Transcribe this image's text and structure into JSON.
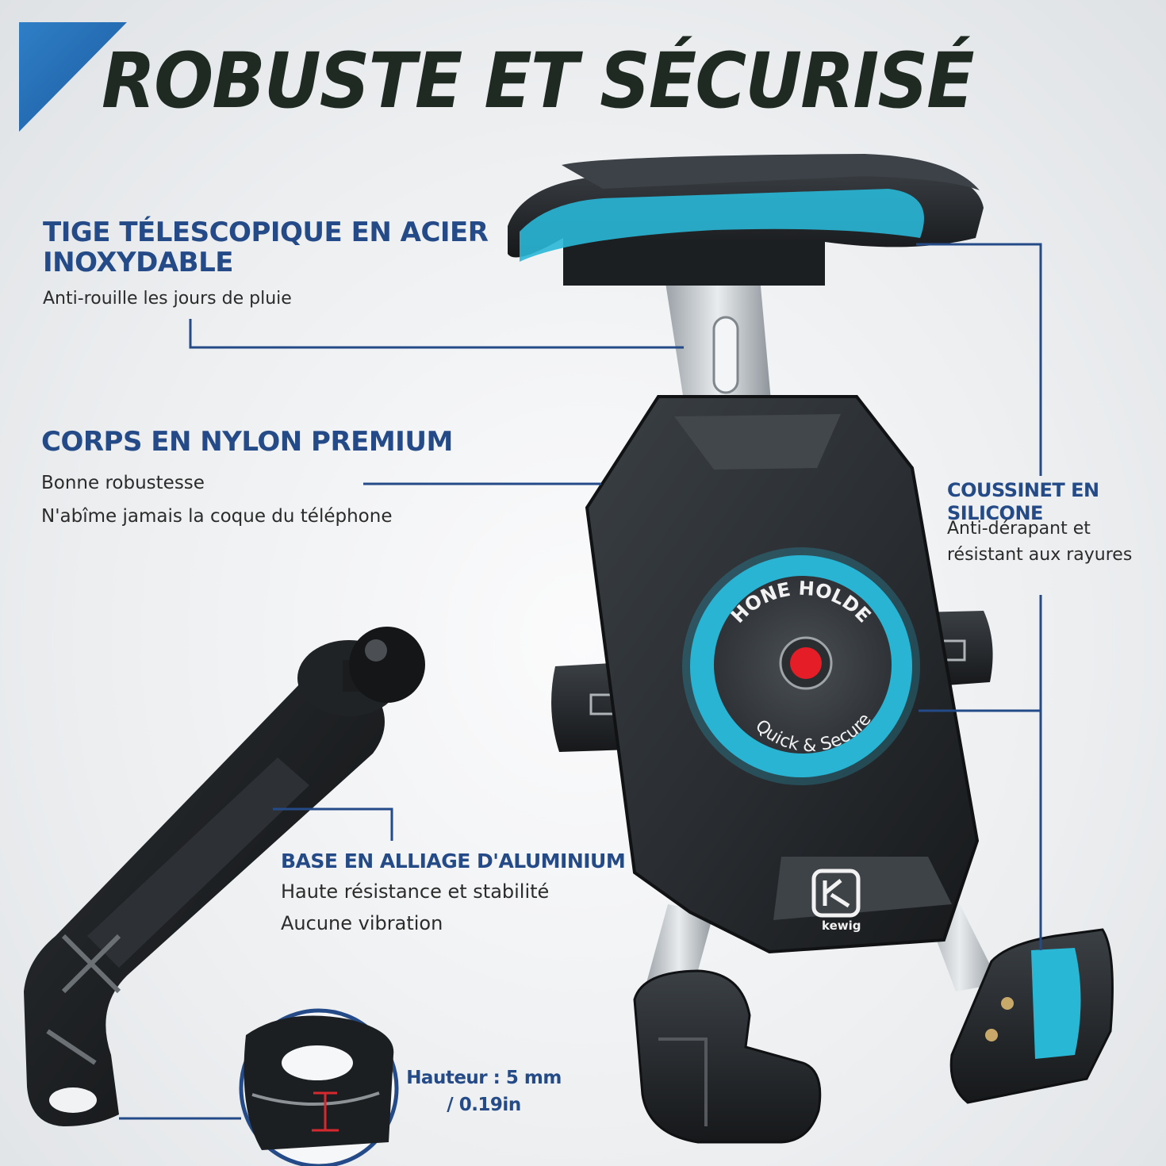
{
  "title": "ROBUSTE ET SÉCURISÉ",
  "colors": {
    "heading_blue": "#244b87",
    "accent_cyan": "#29b7d6",
    "title_dark": "#1e2a22",
    "body_dark": "#1f2326"
  },
  "callouts": {
    "steel_rod": {
      "heading_line1": "TIGE TÉLESCOPIQUE EN ACIER",
      "heading_line2": "INOXYDABLE",
      "desc": "Anti-rouille les jours de pluie"
    },
    "nylon_body": {
      "heading": "CORPS EN NYLON PREMIUM",
      "desc1": "Bonne robustesse",
      "desc2": "N'abîme jamais la coque du téléphone"
    },
    "silicone_pad": {
      "heading_line1": "COUSSINET EN",
      "heading_line2": "SILICONE",
      "desc": "Anti-dérapant et résistant aux rayures"
    },
    "aluminium_base": {
      "heading": "BASE EN ALLIAGE D'ALUMINIUM",
      "desc1": "Haute résistance et stabilité",
      "desc2": "Aucune vibration"
    },
    "height": {
      "line1": "Hauteur : 5 mm",
      "line2": "/ 0.19in"
    }
  },
  "product": {
    "dial_top_text": "PHONE HOLDER",
    "dial_bottom_text": "Quick & Secure",
    "brand": "kewig",
    "icons": [
      "red-release-button-icon",
      "kewig-logo-icon"
    ]
  }
}
